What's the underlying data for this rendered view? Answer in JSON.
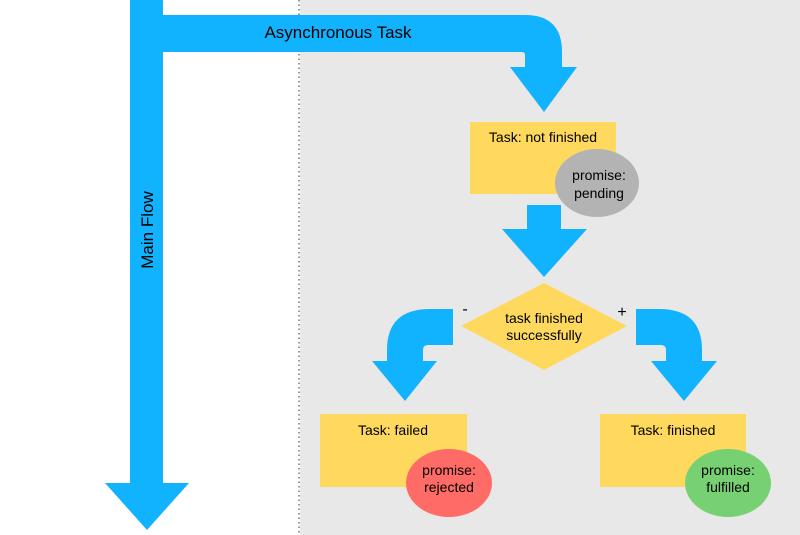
{
  "colors": {
    "arrow": "#12b3fe",
    "task_box": "#ffd95e",
    "async_panel": "#e8e8e8",
    "pending": "#b3b3b3",
    "rejected": "#ff6b66",
    "fulfilled": "#77d173",
    "divider": "#555555"
  },
  "main_flow": {
    "label": "Main Flow"
  },
  "async_task": {
    "label": "Asynchronous Task"
  },
  "task_initial": {
    "label": "Task: not finished",
    "promise_line1": "promise:",
    "promise_line2": "pending"
  },
  "decision": {
    "line1": "task finished",
    "line2": "successfully",
    "negative_sign": "-",
    "positive_sign": "+"
  },
  "task_failed": {
    "label": "Task: failed",
    "promise_line1": "promise:",
    "promise_line2": "rejected"
  },
  "task_finished": {
    "label": "Task: finished",
    "promise_line1": "promise:",
    "promise_line2": "fulfilled"
  }
}
